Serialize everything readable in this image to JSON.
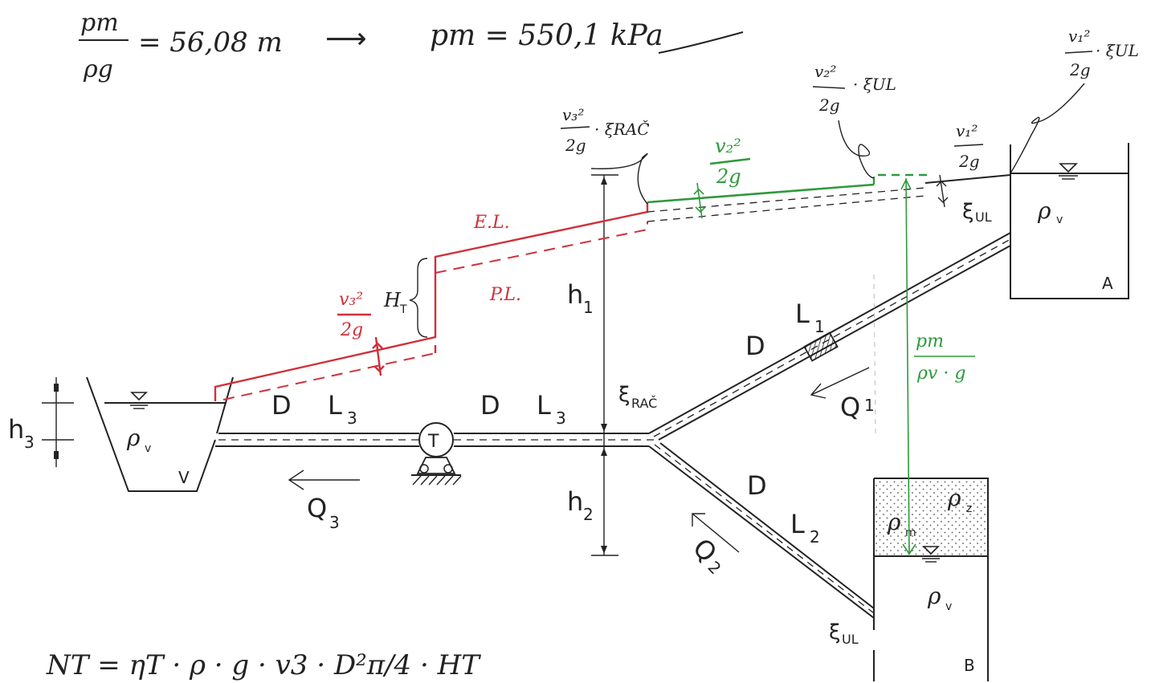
{
  "colors": {
    "ink": "#222222",
    "red": "#d0303a",
    "green": "#2e9a3c",
    "paper": "#ffffff"
  },
  "header": {
    "pm_frac_num": "pm",
    "pm_frac_den": "ρg",
    "pm_head_value": "= 56,08 m",
    "arrow": "⟶",
    "pm_result": "pm = 550,1 kPa"
  },
  "footer": {
    "power_formula": "NT = ηT · ρ · g · v3 · D²π/4 · HT"
  },
  "tanks": {
    "A": {
      "label": "A",
      "fluid": "ρ",
      "fluid_sub": "v"
    },
    "B": {
      "label": "B",
      "gas": "ρ",
      "gas_sub": "z",
      "manometer": "ρ",
      "manometer_sub": "m",
      "fluid": "ρ",
      "fluid_sub": "v"
    },
    "V": {
      "label": "V",
      "fluid": "ρ",
      "fluid_sub": "v"
    }
  },
  "pipes": {
    "L1": {
      "name": "L",
      "sub": "1",
      "diam": "D",
      "flow": "Q",
      "flow_sub": "1"
    },
    "L2": {
      "name": "L",
      "sub": "2",
      "diam": "D",
      "flow": "Q",
      "flow_sub": "2"
    },
    "L3a": {
      "name": "L",
      "sub": "3",
      "diam": "D"
    },
    "L3b": {
      "name": "L",
      "sub": "3",
      "diam": "D",
      "flow": "Q",
      "flow_sub": "3"
    }
  },
  "dimensions": {
    "h1": "h",
    "h1_sub": "1",
    "h2": "h",
    "h2_sub": "2",
    "h3": "h",
    "h3_sub": "3"
  },
  "losses": {
    "xi": "ξ",
    "ul_sub": "UL",
    "rac_sub": "RAČ"
  },
  "turbine": {
    "symbol": "T"
  },
  "energy_line": {
    "el_label": "E.L.",
    "pl_label": "P.L.",
    "ht": "H",
    "ht_sub": "T"
  },
  "annotations": {
    "v1_num": "v₁²",
    "v1_den": "2g",
    "v1_loss": "· ξUL",
    "v2_num": "v₂²",
    "v2_den": "2g",
    "v2_loss": "· ξUL",
    "v3_num": "v₃²",
    "v3_den": "2g",
    "v3_loss": "· ξRAČ",
    "v1_segment_num": "v₁²",
    "v1_segment_den": "2g",
    "v2_segment_num": "v₂²",
    "v2_segment_den": "2g",
    "v3_segment_num": "v₃²",
    "v3_segment_den": "2g",
    "pm_num": "pm",
    "pm_den": "ρv · g"
  }
}
